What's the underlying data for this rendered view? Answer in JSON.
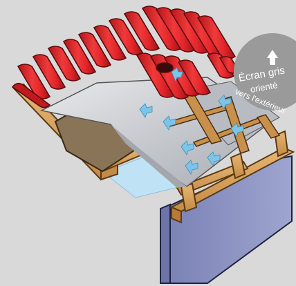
{
  "badge": {
    "line1": "Écran gris",
    "line2": "orienté",
    "line3": "vers l'extérieur",
    "icon": "arrow-up-icon"
  },
  "palette": {
    "background": "#d9d9d9",
    "tile_red": "#e3262b",
    "tile_dark": "#b3151b",
    "timber": "#d9a45f",
    "timber_dark": "#a56b2d",
    "membrane": "#c9ccd0",
    "wall": "#8f96c4",
    "airflow_arrow": "#7cc4e8",
    "badge": "#9a9a9a"
  }
}
